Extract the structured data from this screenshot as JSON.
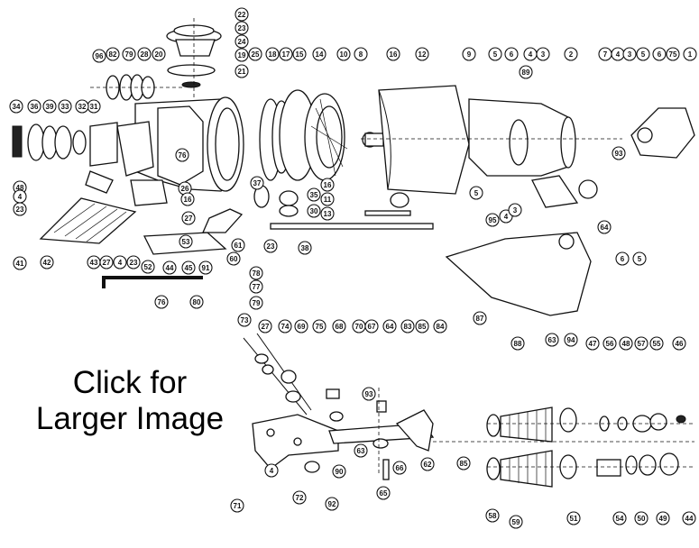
{
  "link": {
    "line1": "Click for",
    "line2": "Larger Image"
  },
  "labels_top": [
    "22",
    "23",
    "24",
    "19",
    "21",
    "20",
    "28",
    "79",
    "82",
    "96",
    "31",
    "25",
    "18",
    "17",
    "15",
    "14",
    "10",
    "8",
    "16",
    "12",
    "9",
    "5",
    "6",
    "89",
    "4",
    "3",
    "2",
    "7",
    "4",
    "3",
    "5",
    "6",
    "75",
    "1",
    "93",
    "34",
    "36",
    "39",
    "33",
    "32",
    "76",
    "26",
    "16",
    "27",
    "37",
    "35",
    "30",
    "16",
    "11",
    "13",
    "5",
    "95",
    "4",
    "3",
    "64",
    "6",
    "5",
    "48",
    "4",
    "23",
    "41",
    "42",
    "43",
    "27",
    "4",
    "23",
    "52",
    "53",
    "61",
    "23",
    "38",
    "44",
    "45",
    "91",
    "78",
    "77",
    "79",
    "80",
    "60",
    "76",
    "87",
    "88",
    "63",
    "94"
  ],
  "labels_bottom": [
    "73",
    "27",
    "74",
    "69",
    "75",
    "68",
    "70",
    "67",
    "64",
    "83",
    "85",
    "84",
    "93",
    "47",
    "56",
    "48",
    "57",
    "55",
    "46",
    "4",
    "72",
    "71",
    "63",
    "90",
    "92",
    "65",
    "66",
    "62",
    "85",
    "58",
    "59",
    "51",
    "54",
    "50",
    "49",
    "44"
  ]
}
